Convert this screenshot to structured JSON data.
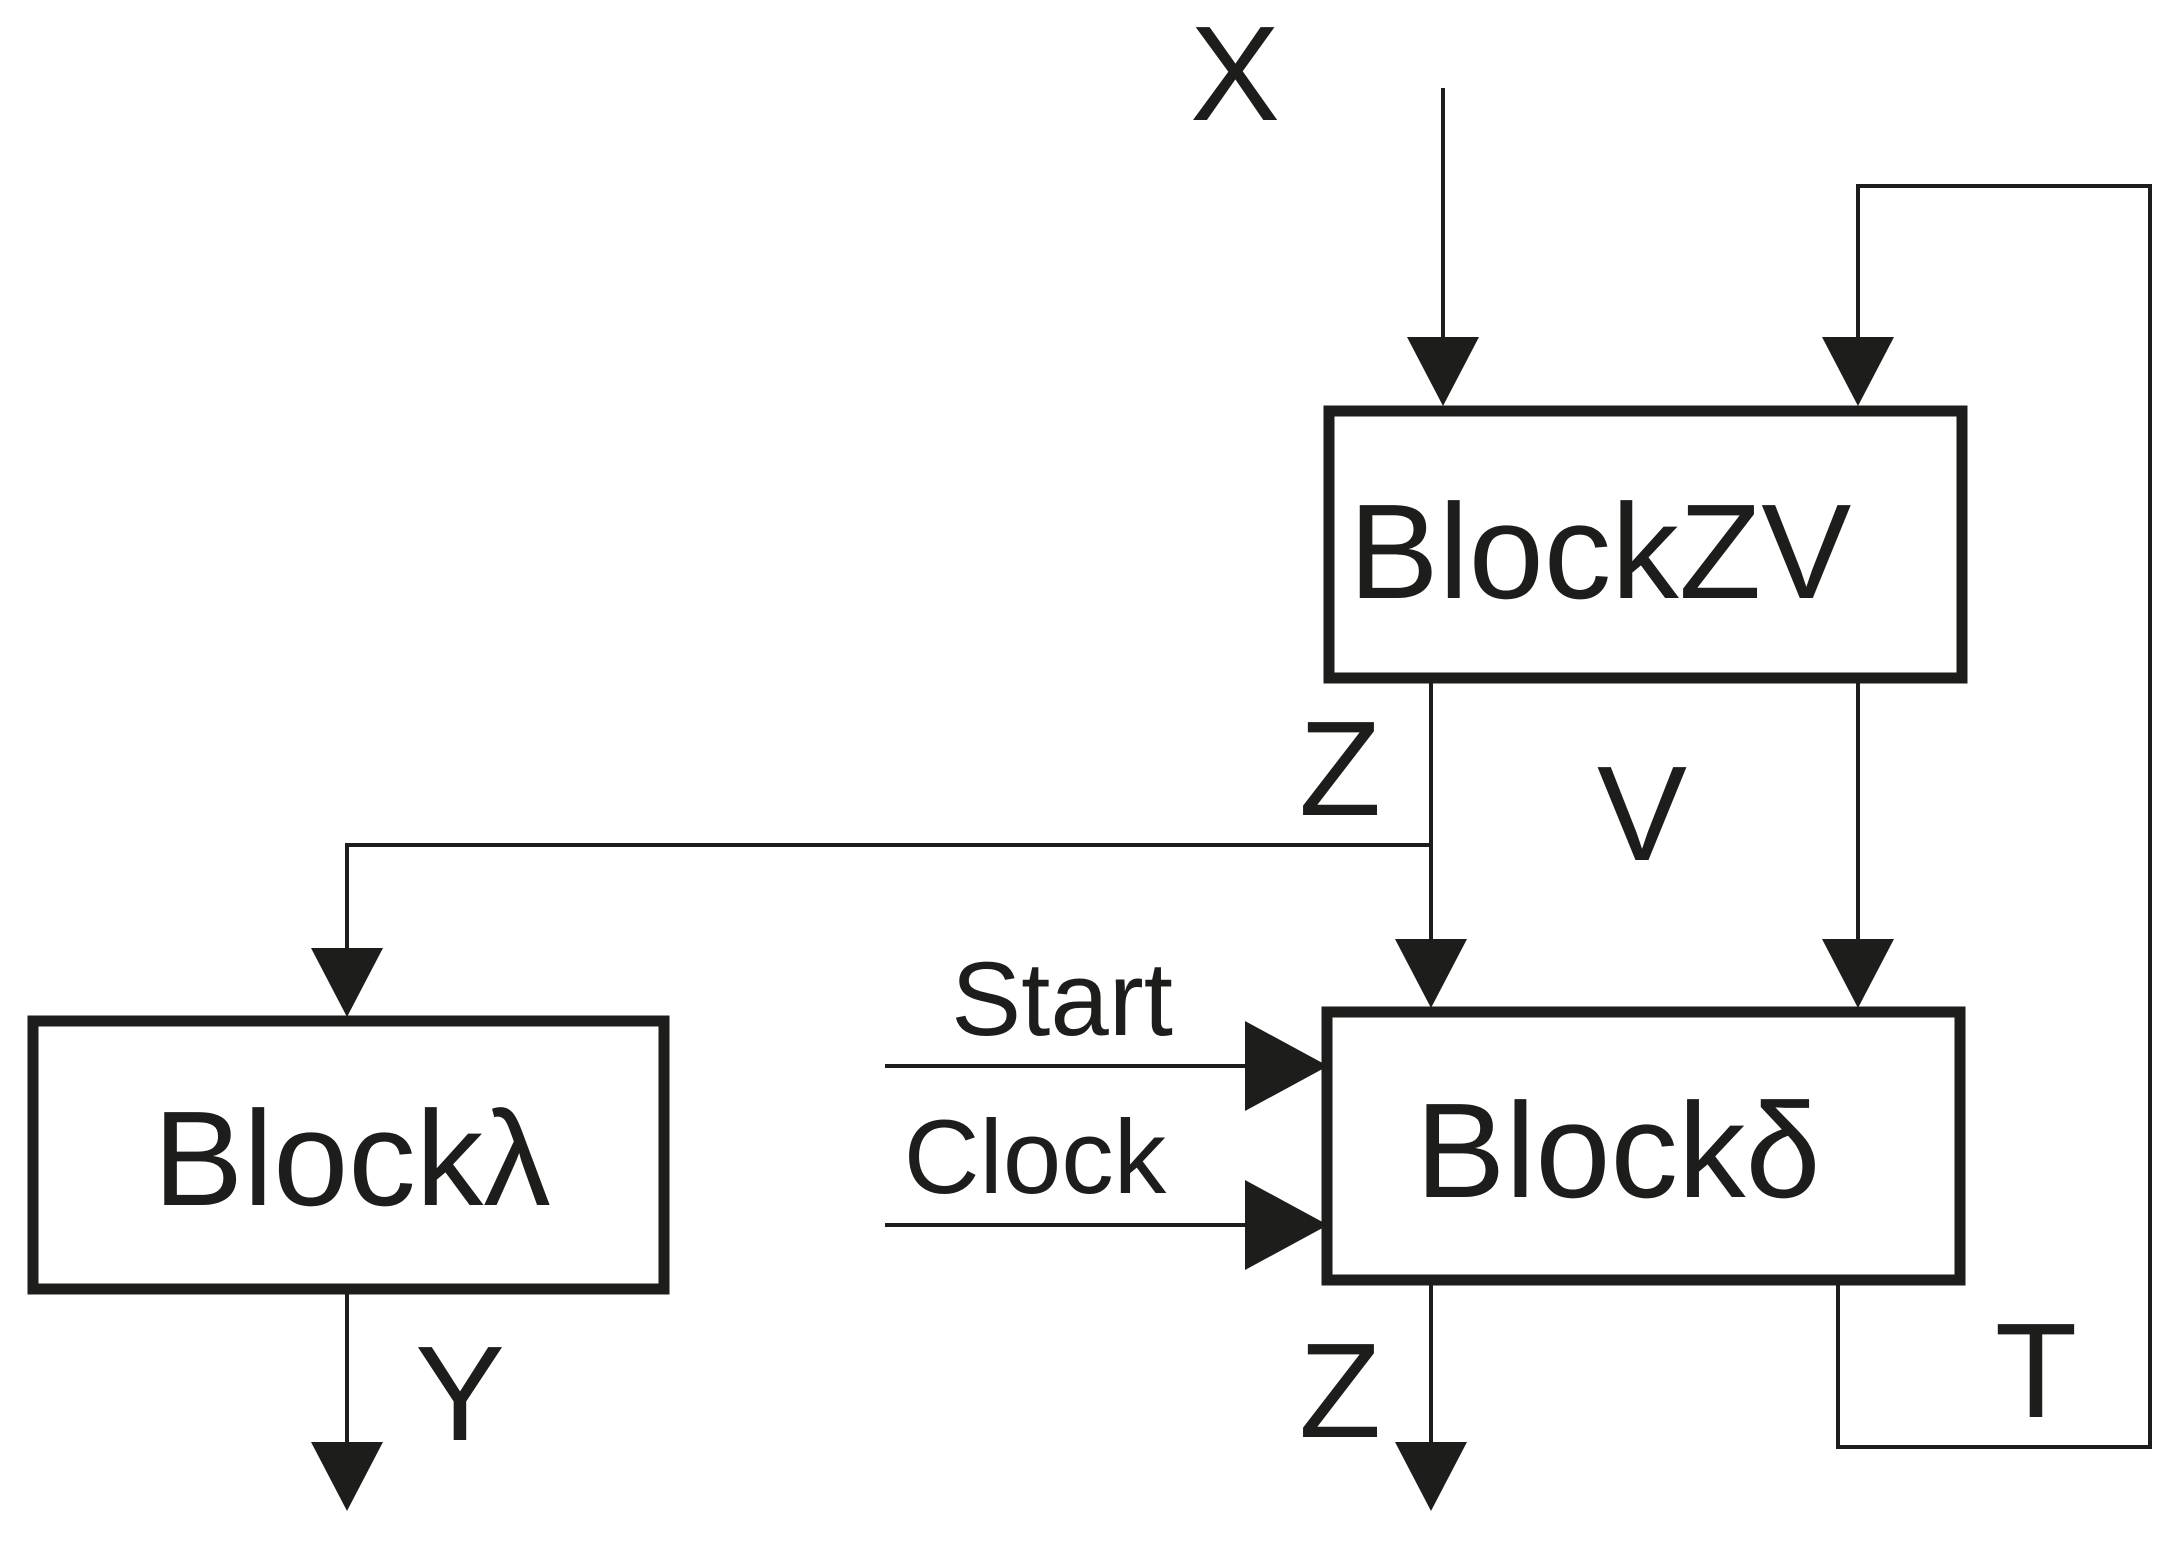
{
  "diagram": {
    "blocks": [
      {
        "name": "block-zv",
        "label": "BlockZV"
      },
      {
        "name": "block-lambda",
        "label": "Blockλ"
      },
      {
        "name": "block-delta",
        "label": "Blockδ"
      }
    ],
    "signals": {
      "x": "X",
      "z_out": "Z",
      "v": "V",
      "start": "Start",
      "clock": "Clock",
      "y": "Y",
      "z_final": "Z",
      "t": "T"
    },
    "colors": {
      "ink": "#1d1d1b",
      "background": "#ffffff"
    }
  }
}
